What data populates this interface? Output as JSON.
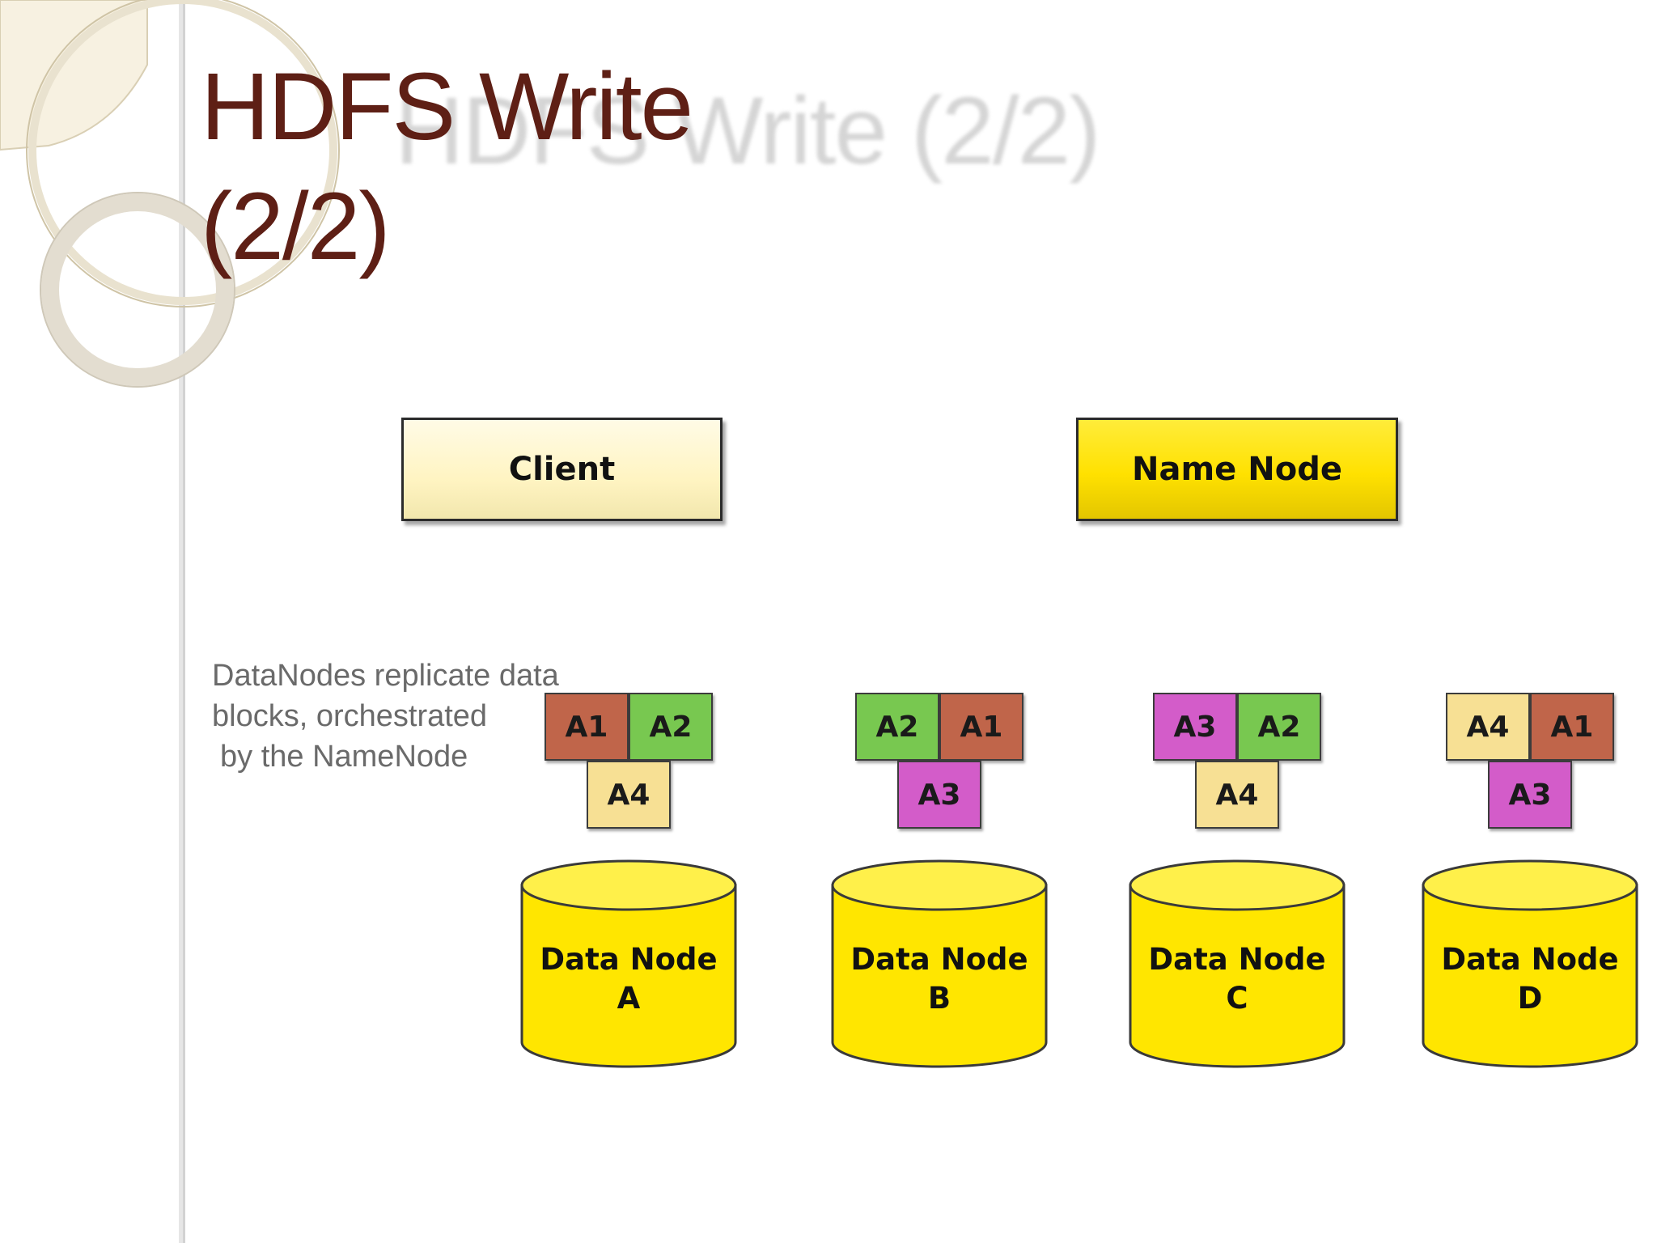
{
  "slide": {
    "title_line1": "HDFS Write",
    "title_line2": "(2/2)",
    "title_ghost": "HDFS Write (2/2)",
    "note_lines": [
      "DataNodes replicate data",
      "blocks, orchestrated",
      "by the NameNode"
    ]
  },
  "client": {
    "label": "Client"
  },
  "name_node": {
    "label": "Name Node"
  },
  "block_colors": {
    "A1": "#c0654a",
    "A2": "#78c850",
    "A3": "#d35cc9",
    "A4": "#f7e094"
  },
  "data_nodes": [
    {
      "line1": "Data Node",
      "line2": "A",
      "blocks": [
        "A1",
        "A2",
        "A4"
      ]
    },
    {
      "line1": "Data Node",
      "line2": "B",
      "blocks": [
        "A2",
        "A1",
        "A3"
      ]
    },
    {
      "line1": "Data Node",
      "line2": "C",
      "blocks": [
        "A3",
        "A2",
        "A4"
      ]
    },
    {
      "line1": "Data Node",
      "line2": "D",
      "blocks": [
        "A4",
        "A1",
        "A3"
      ]
    }
  ],
  "colors": {
    "title": "#5e1f15",
    "cylinder_fill": "#ffe600",
    "client_fill": "#fff4c2",
    "name_node_fill": "#ffe100"
  }
}
